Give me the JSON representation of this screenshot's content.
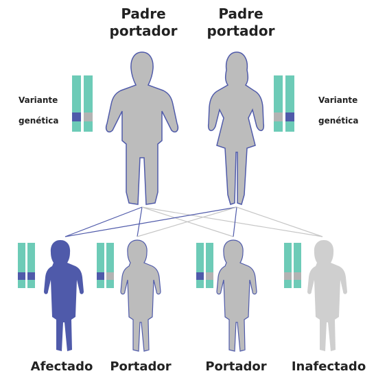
{
  "parents": [
    {
      "title": "Padre\nportador",
      "variant_label": "Variante\ngenética"
    },
    {
      "title": "Padre\nportador",
      "variant_label": "Variante\ngenética"
    }
  ],
  "children": [
    {
      "label": "Afectado"
    },
    {
      "label": "Portador"
    },
    {
      "label": "Portador"
    },
    {
      "label": "Inafectado"
    }
  ],
  "colors": {
    "chromosome": "#6dcbb7",
    "variant": "#4f5aaa",
    "normal_band": "#b3b3b3",
    "silhouette_carrier": "#bcbcbc",
    "silhouette_outline": "#4f5aaa",
    "silhouette_affected": "#4f5aaa",
    "silhouette_unaffected": "#cfcfcf",
    "line_from_father": "#4f5aaa",
    "line_from_mother": "#c6c6c6"
  }
}
